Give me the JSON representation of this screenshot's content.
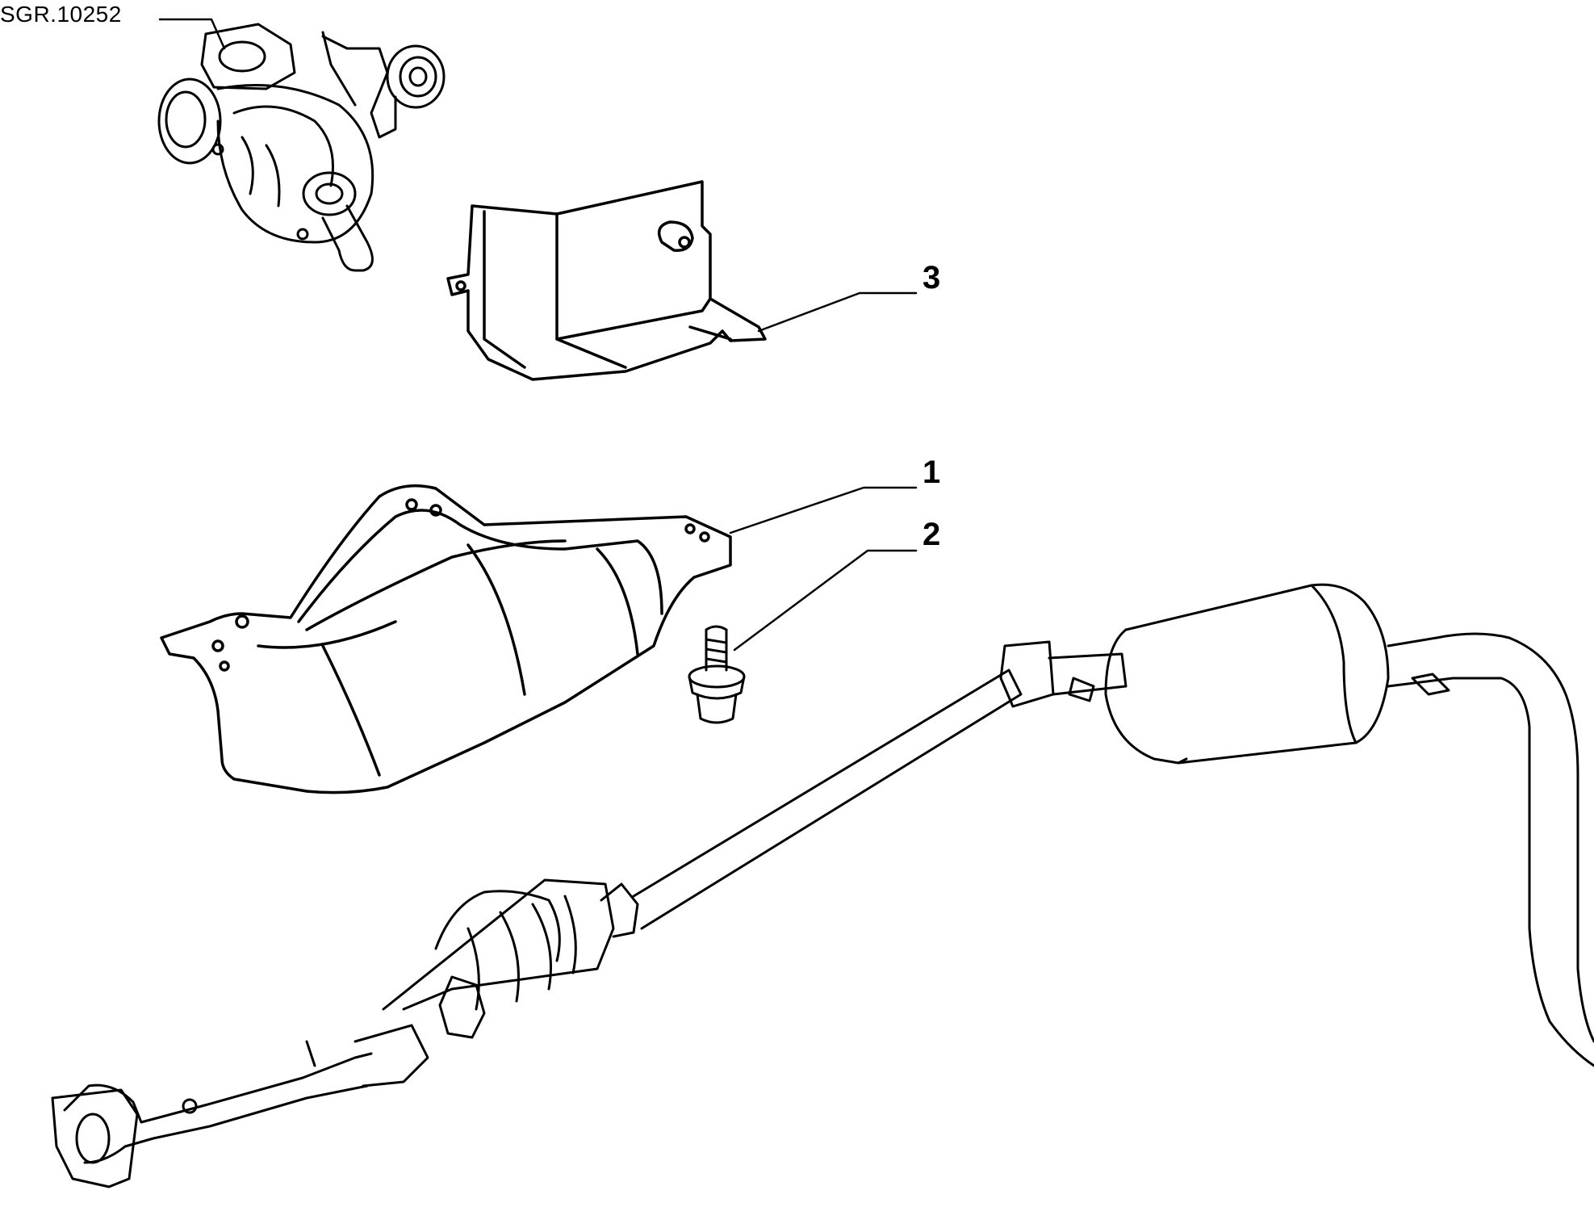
{
  "diagram": {
    "reference_code": "SGR.10252",
    "callouts": [
      {
        "id": "1",
        "label": "1"
      },
      {
        "id": "2",
        "label": "2"
      },
      {
        "id": "3",
        "label": "3"
      }
    ],
    "line_color": "#000000",
    "background_color": "#ffffff"
  }
}
